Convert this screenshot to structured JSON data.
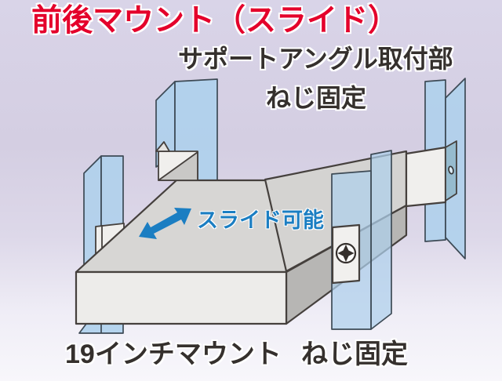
{
  "title": {
    "text": "前後マウント（スライド）",
    "color": "#e4002b"
  },
  "labels": {
    "support_angle": "サポートアングル取付部",
    "screw_top": "ねじ固定",
    "slide": "スライド可能",
    "mount_19": "19インチマウント",
    "screw_bottom": "ねじ固定"
  },
  "colors": {
    "background_top": "#d9d4e8",
    "background_bottom": "#f8f7fb",
    "panel_blue": "#aed0ec",
    "panel_blue_dark": "#96bbce",
    "box_top_gray": "#d7d6d4",
    "box_front_gray": "#edecea",
    "box_side_gray": "#b7b6b4",
    "bar_gray": "#d4d3d1",
    "bracket_white": "#f0efed",
    "bracket_shade": "#c9c8c6",
    "accent_blue": "#1b7ec2",
    "outline_dark": "#45403d"
  },
  "icons": {
    "slide_arrow": "double-headed-slide-arrow",
    "screw": "phillips-screw-head",
    "screw_hole": "oval-screw-hole"
  }
}
